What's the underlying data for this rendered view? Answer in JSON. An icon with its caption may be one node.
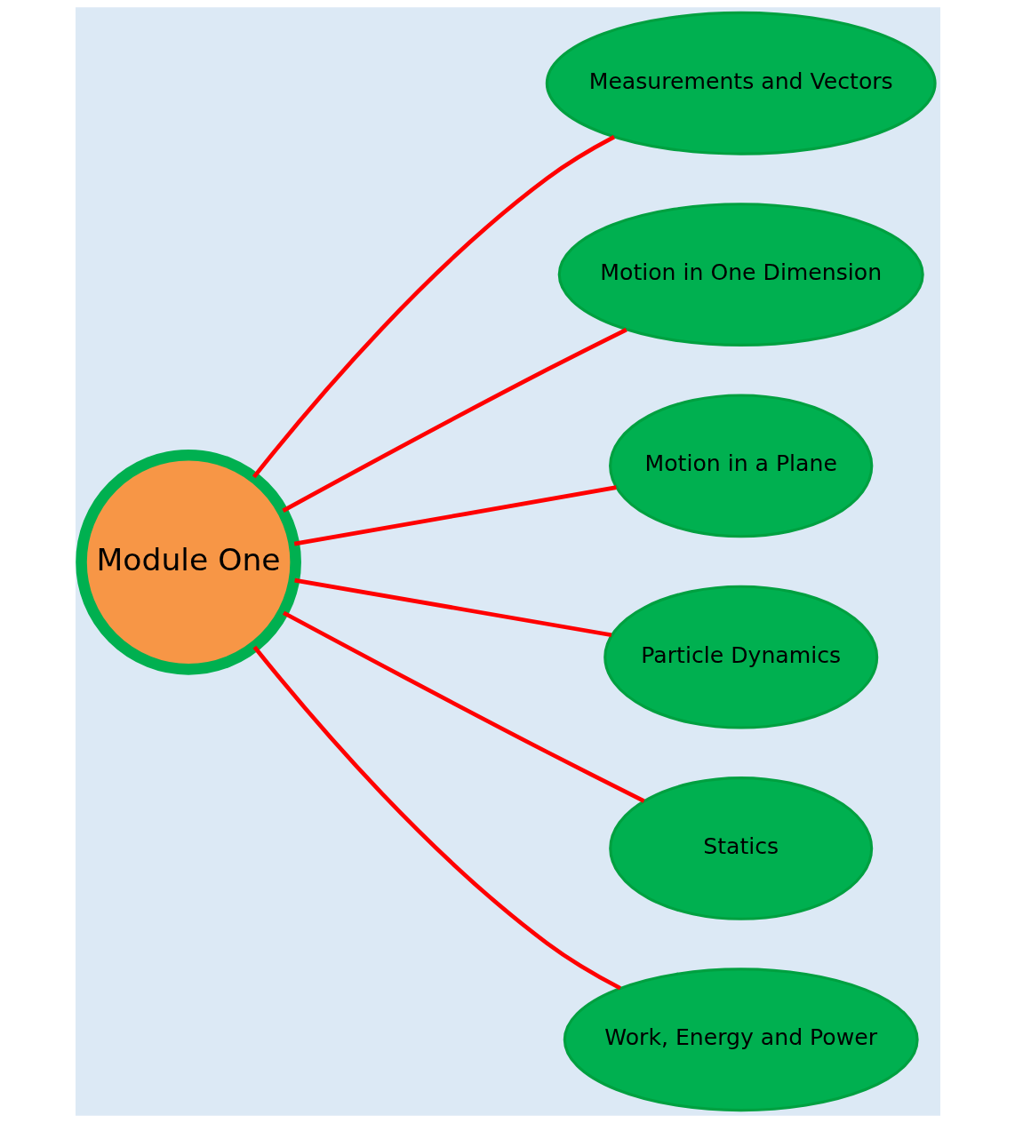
{
  "diagram": {
    "nodes": [
      {
        "text": [
          "Module One"
        ]
      },
      {
        "text": [
          "Measurements and Vectors"
        ]
      },
      {
        "text": [
          "Motion in One Dimension"
        ]
      },
      {
        "text": [
          "Motion in a Plane"
        ]
      },
      {
        "text": [
          "Particle Dynamics"
        ]
      },
      {
        "text": [
          "Statics"
        ]
      },
      {
        "text": [
          "Work, Energy and Power"
        ]
      }
    ],
    "edges": [
      {
        "from": 1,
        "to": 0,
        "arrow": "none"
      },
      {
        "from": 2,
        "to": 0,
        "arrow": "none"
      },
      {
        "from": 3,
        "to": 0,
        "arrow": "none"
      },
      {
        "from": 4,
        "to": 0,
        "arrow": "none"
      },
      {
        "from": 5,
        "to": 0,
        "arrow": "none"
      },
      {
        "from": 6,
        "to": 0,
        "arrow": "none"
      }
    ]
  }
}
